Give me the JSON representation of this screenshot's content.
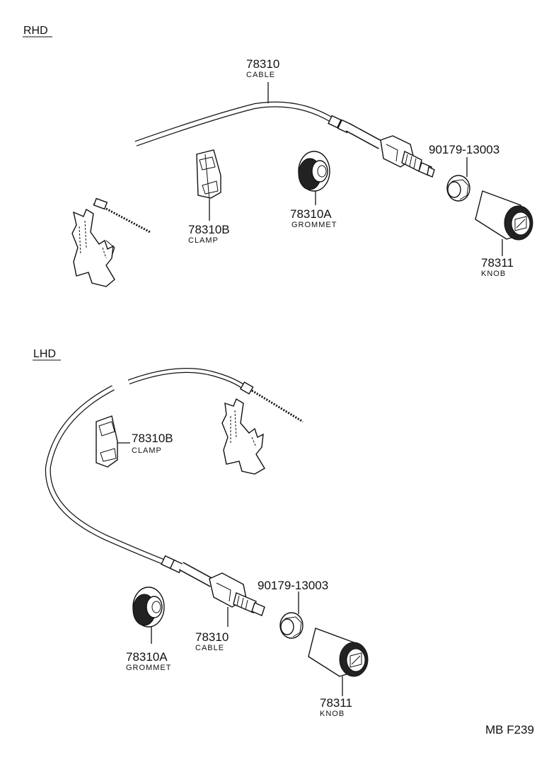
{
  "sections": {
    "rhd": {
      "label": "RHD",
      "parts": {
        "cable": {
          "number": "78310",
          "name": "CABLE"
        },
        "clamp": {
          "number": "78310B",
          "name": "CLAMP"
        },
        "grommet": {
          "number": "78310A",
          "name": "GROMMET"
        },
        "nut": {
          "number": "90179-13003"
        },
        "knob": {
          "number": "78311",
          "name": "KNOB"
        }
      }
    },
    "lhd": {
      "label": "LHD",
      "parts": {
        "cable": {
          "number": "78310",
          "name": "CABLE"
        },
        "clamp": {
          "number": "78310B",
          "name": "CLAMP"
        },
        "grommet": {
          "number": "78310A",
          "name": "GROMMET"
        },
        "nut": {
          "number": "90179-13003"
        },
        "knob": {
          "number": "78311",
          "name": "KNOB"
        }
      }
    }
  },
  "figure_code": "MB F239"
}
